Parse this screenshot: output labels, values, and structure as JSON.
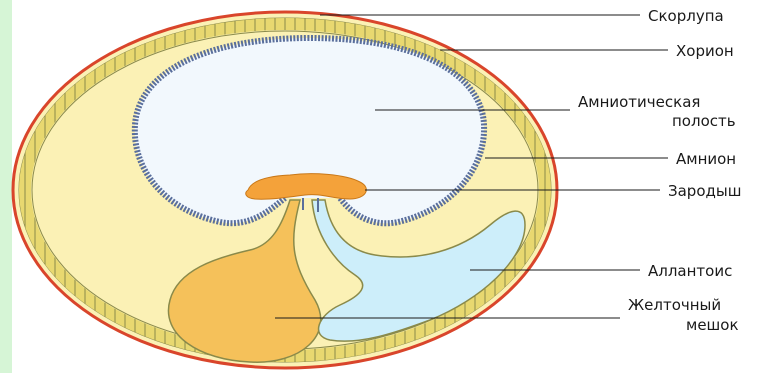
{
  "diagram": {
    "labels": {
      "shell": "Скорлупа",
      "chorion": "Хорион",
      "amniotic_cavity_line1": "Амниотическая",
      "amniotic_cavity_line2": "полость",
      "amnion": "Амнион",
      "embryo": "Зародыш",
      "allantois": "Аллантоис",
      "yolk_sac_line1": "Желточный",
      "yolk_sac_line2": "мешок"
    },
    "colors": {
      "shell_outline": "#d9452b",
      "chorion_band": "#e8d870",
      "egg_fill": "#fbf1b5",
      "amnion_fill": "#f2f8fd",
      "amnion_border": "#5a6f9c",
      "embryo": "#f4a23a",
      "yolk_sac": "#f5c15a",
      "allantois": "#cdeefa",
      "leader_lines": "#1a1a1a",
      "side_strip": "#d6f5d6"
    }
  }
}
